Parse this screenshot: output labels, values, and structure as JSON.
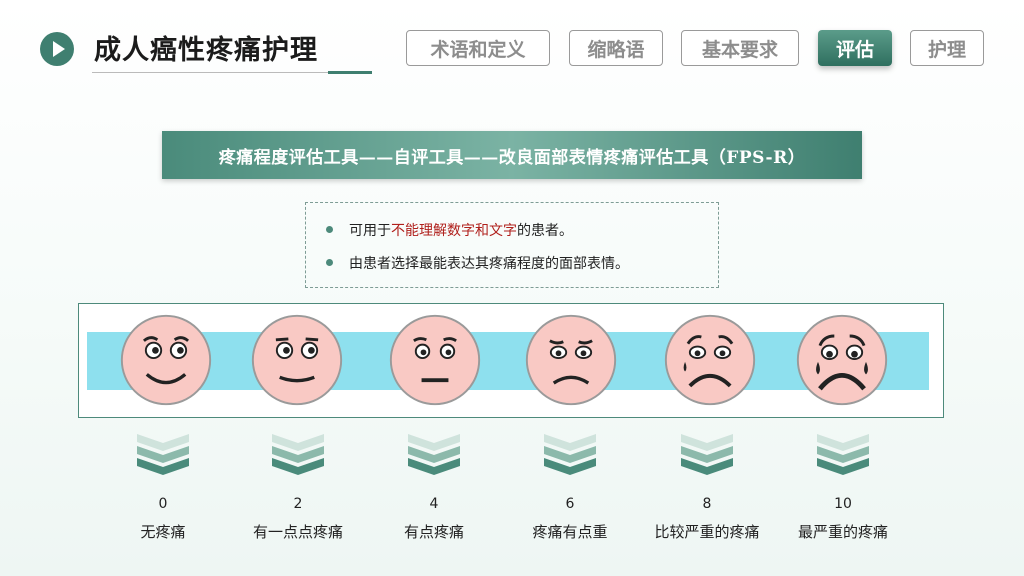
{
  "header": {
    "title": "成人癌性疼痛护理",
    "tabs": [
      "术语和定义",
      "缩略语",
      "基本要求",
      "评估",
      "护理"
    ],
    "active_tab": "评估"
  },
  "banner": {
    "text": "疼痛程度评估工具——自评工具——改良面部表情疼痛评估工具（FPS-R）"
  },
  "notes": {
    "line1_pre": "可用于",
    "line1_highlight": "不能理解数字和文字",
    "line1_post": "的患者。",
    "line2": "由患者选择最能表达其疼痛程度的面部表情。"
  },
  "scale": {
    "items": [
      {
        "score": "0",
        "label": "无疼痛"
      },
      {
        "score": "2",
        "label": "有一点点疼痛"
      },
      {
        "score": "4",
        "label": "有点疼痛"
      },
      {
        "score": "6",
        "label": "疼痛有点重"
      },
      {
        "score": "8",
        "label": "比较严重的疼痛"
      },
      {
        "score": "10",
        "label": "最严重的疼痛"
      }
    ]
  },
  "colors": {
    "accent": "#3f7f70",
    "band": "#8ee0ee",
    "face_fill": "#f9c9c4",
    "highlight_text": "#b0201c"
  }
}
